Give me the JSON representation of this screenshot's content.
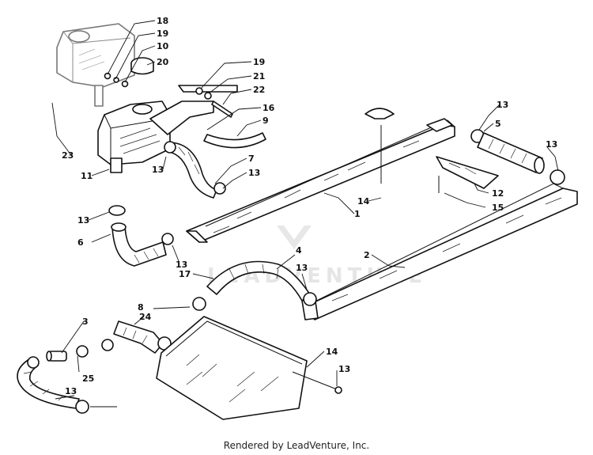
{
  "diagram": {
    "callouts": [
      "18",
      "19",
      "10",
      "20",
      "19",
      "21",
      "22",
      "16",
      "9",
      "23",
      "11",
      "13",
      "7",
      "13",
      "13",
      "5",
      "13",
      "14",
      "1",
      "12",
      "15",
      "13",
      "6",
      "13",
      "4",
      "17",
      "2",
      "13",
      "8",
      "24",
      "3",
      "14",
      "13",
      "25",
      "13"
    ],
    "watermark": "LEADVENTURE",
    "credit": "Rendered by LeadVenture, Inc."
  }
}
